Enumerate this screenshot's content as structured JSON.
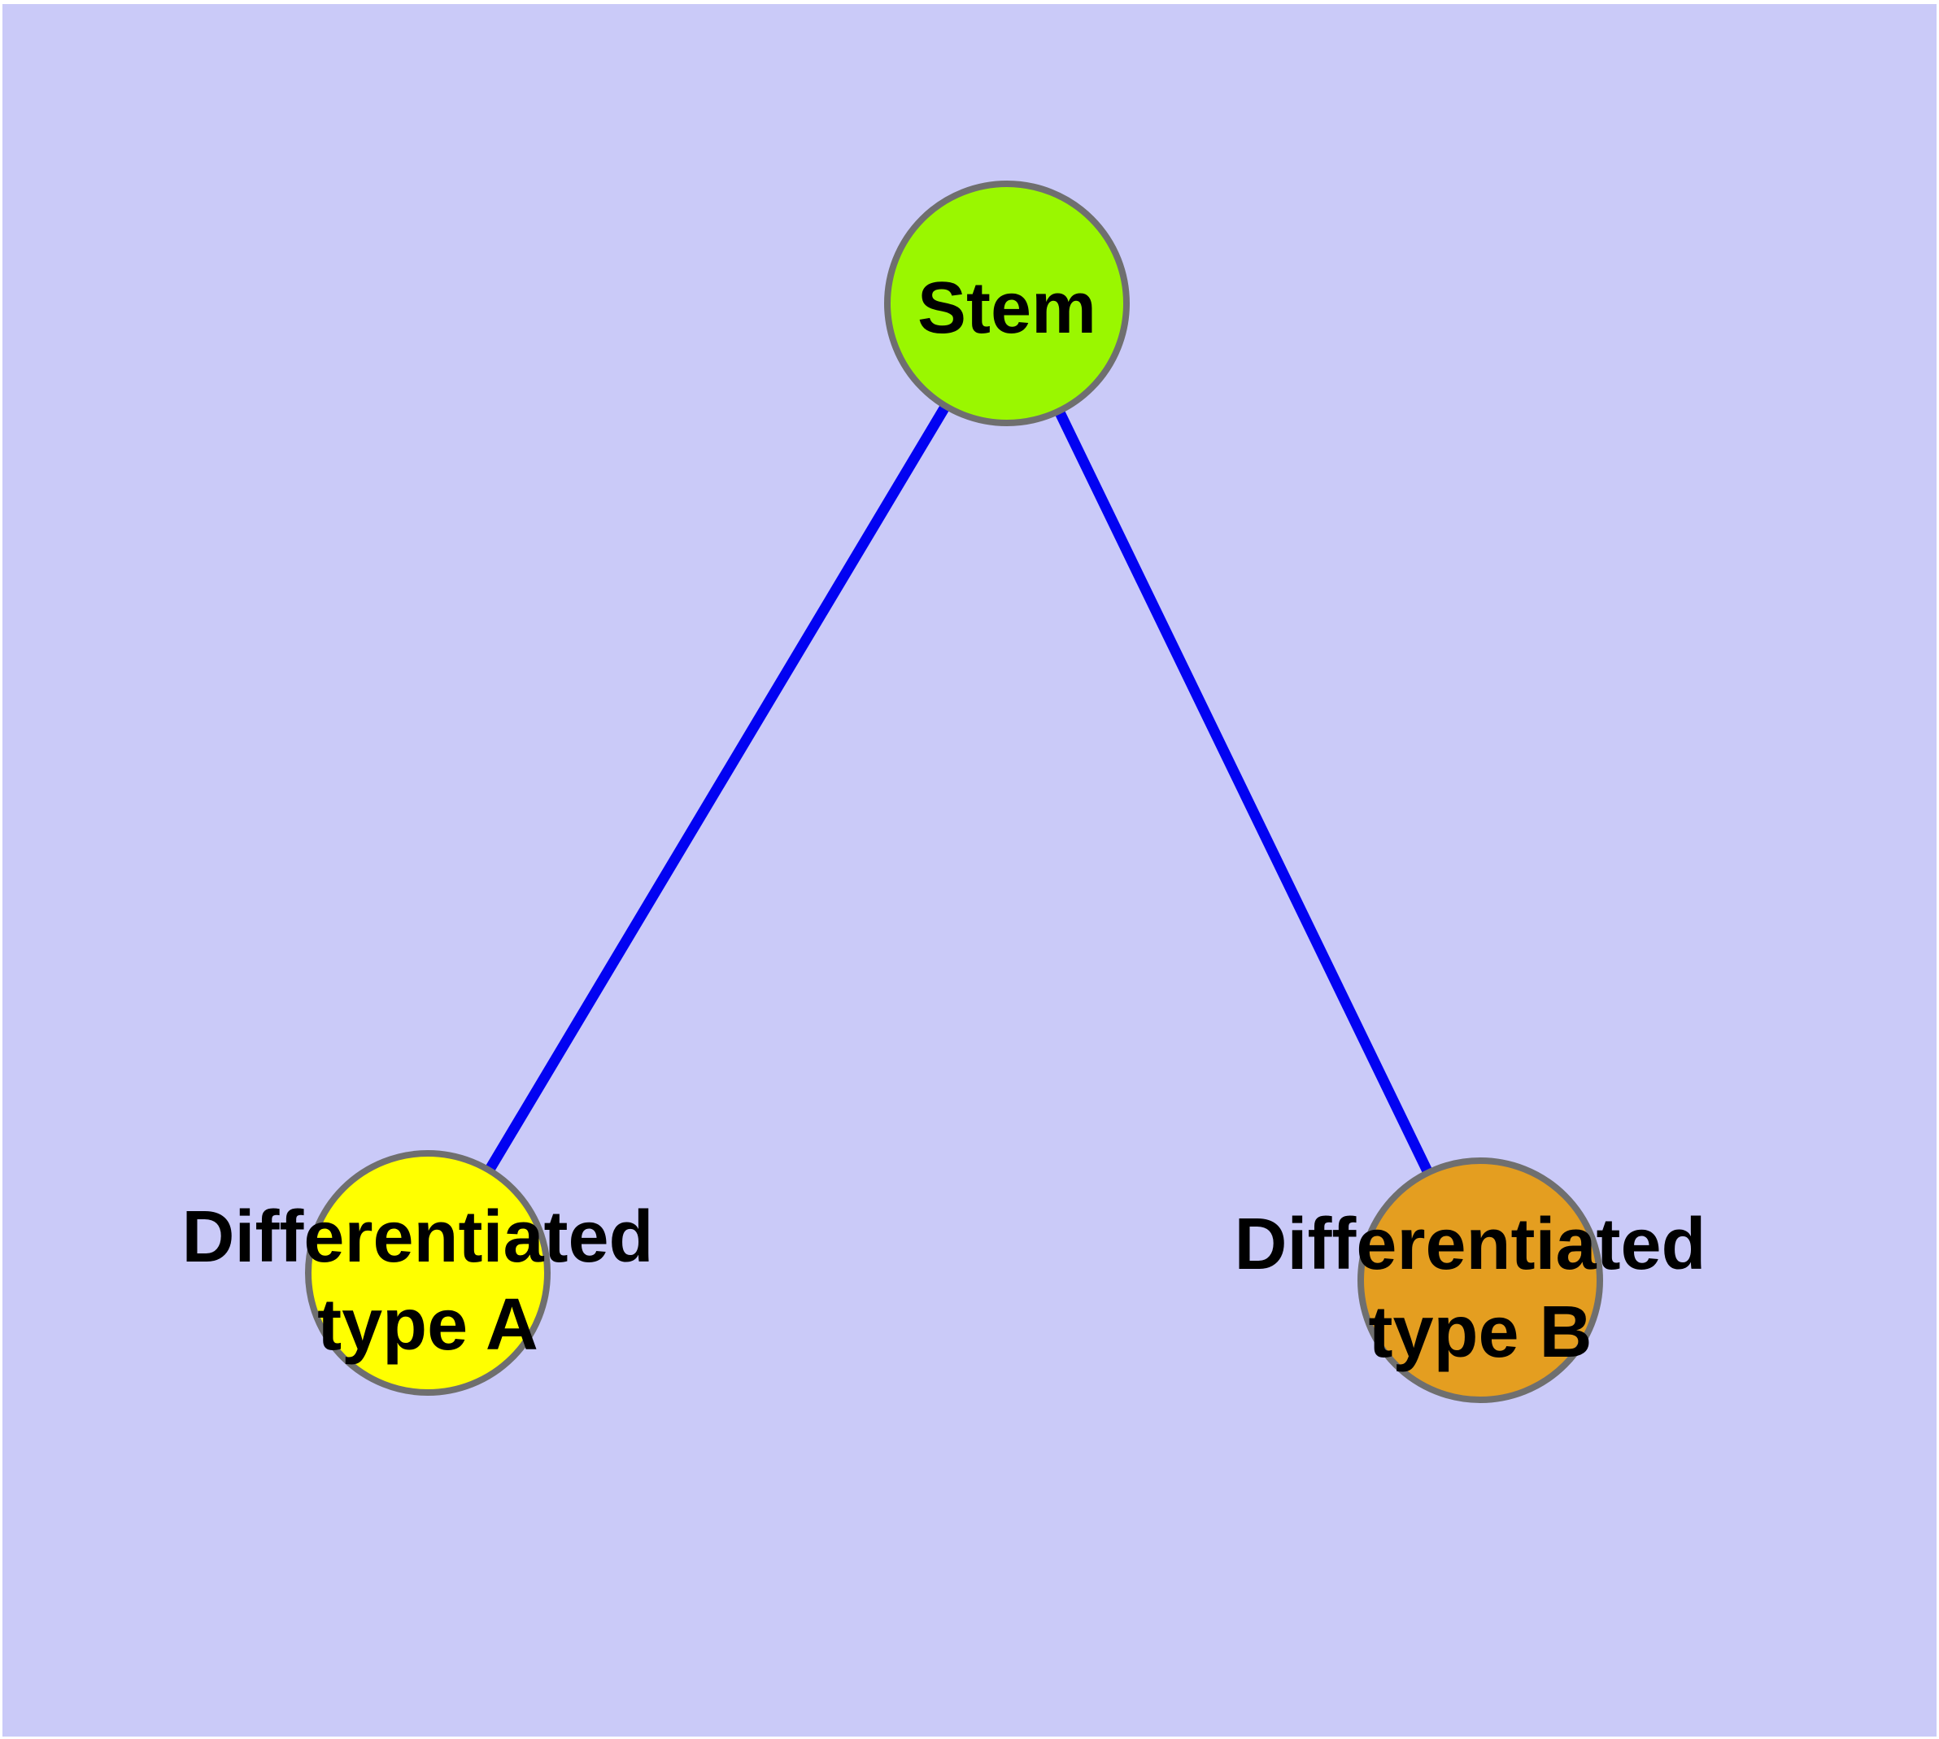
{
  "diagram": {
    "background_color": "#CACAF8",
    "frame_color": "#FFFFFF",
    "edge_color": "#0202F2",
    "node_border_color": "#6F6F6F",
    "label_color": "#000000",
    "nodes": [
      {
        "id": "stem",
        "label": "Stem",
        "fill": "#9AF700",
        "lines": [
          "Stem"
        ]
      },
      {
        "id": "differentiated-type-a",
        "label": "Differentiated type A",
        "fill": "#FFFF00",
        "lines": [
          "Differentiated",
          "type A"
        ]
      },
      {
        "id": "differentiated-type-b",
        "label": "Differentiated type B",
        "fill": "#E49E20",
        "lines": [
          "Differentiated",
          "type B"
        ]
      }
    ],
    "edges": [
      {
        "from": "Stem",
        "to": "Differentiated type A"
      },
      {
        "from": "Stem",
        "to": "Differentiated type B"
      }
    ]
  }
}
